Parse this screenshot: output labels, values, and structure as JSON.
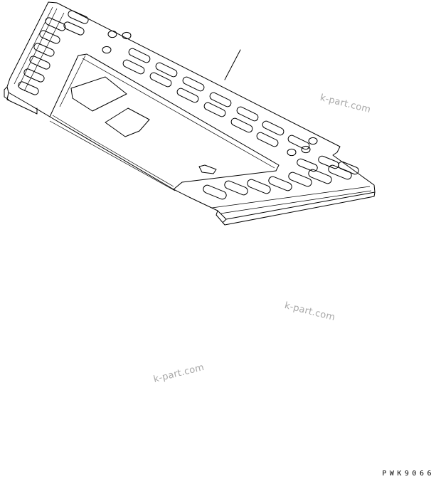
{
  "watermarks": [
    {
      "text": "k-part.com"
    },
    {
      "text": "k-part.com"
    },
    {
      "text": "k-part.com"
    }
  ],
  "drawing_code": "PWK9066",
  "colors": {
    "line": "#000000",
    "watermark": "#a8a8a8",
    "background": "#ffffff"
  }
}
